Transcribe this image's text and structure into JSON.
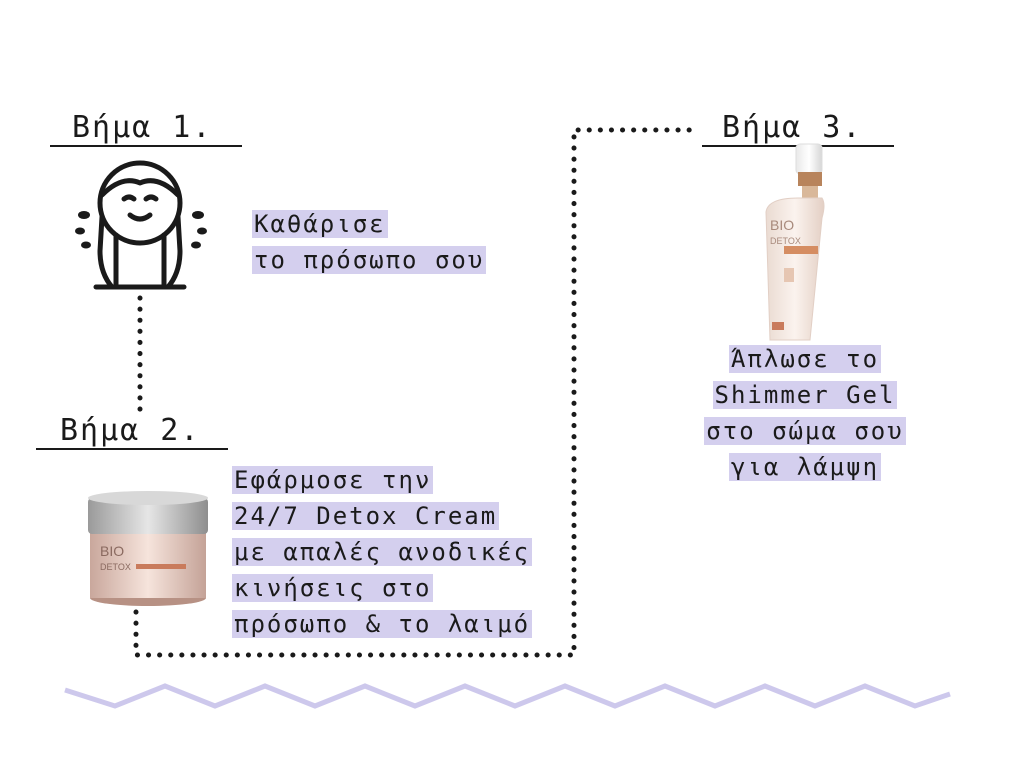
{
  "steps": [
    {
      "title": "Βήμα 1.",
      "lines": [
        "Καθάρισε",
        "το πρόσωπο σου"
      ],
      "icon": "face-washing-icon"
    },
    {
      "title": "Βήμα 2.",
      "lines": [
        "Εφάρμοσε την",
        "24/7 Detox Cream",
        "με απαλές ανοδικές",
        "κινήσεις στο",
        "πρόσωπο & το λαιμό"
      ],
      "product": {
        "brand": "BIO",
        "sub": "DETOX"
      }
    },
    {
      "title": "Βήμα 3.",
      "lines": [
        "Άπλωσε το",
        "Shimmer Gel",
        "στο σώμα σου",
        "για λάμψη"
      ],
      "product": {
        "brand": "BIO",
        "sub": "DETOX"
      }
    }
  ],
  "colors": {
    "highlight": "#d4cfee",
    "wave": "#cdc8ec",
    "ink": "#1a1a1a"
  }
}
